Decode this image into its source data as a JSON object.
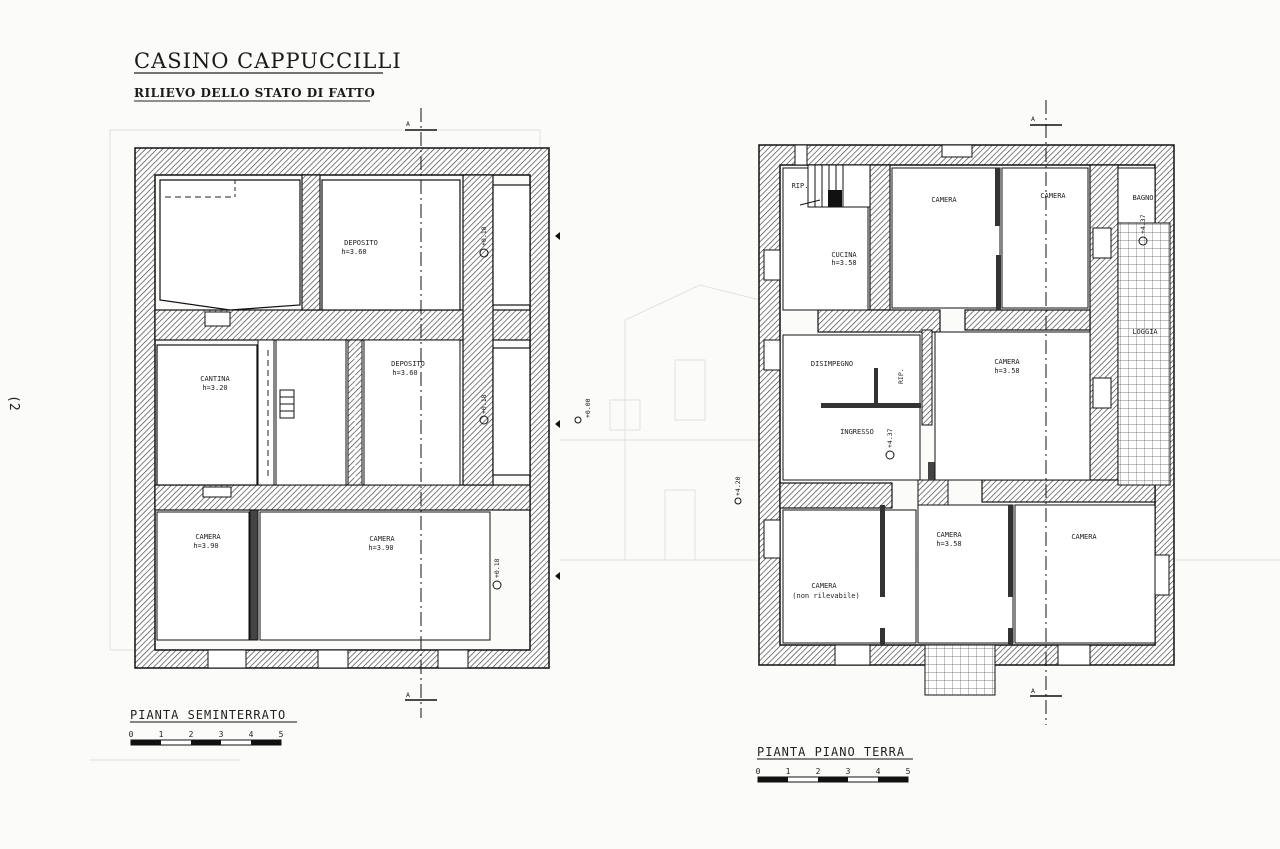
{
  "header": {
    "title": "CASINO CAPPUCCILLI",
    "subtitle": "RILIEVO DELLO STATO DI FATTO",
    "page_mark": "(2"
  },
  "left_plan": {
    "name": "PIANTA SEMINTERRATO",
    "section_mark": "A",
    "level_mark": "+0.00",
    "rooms": [
      {
        "label": "DEPOSITO",
        "height": "h=3.60"
      },
      {
        "label": "CANTINA",
        "height": "h=3.20"
      },
      {
        "label": "DEPOSITO",
        "height": "h=3.60"
      },
      {
        "label": "CAMERA",
        "height": "h=3.90"
      },
      {
        "label": "CAMERA",
        "height": "h=3.90"
      }
    ],
    "levels": [
      "+0.18",
      "+0.18",
      "+0.18"
    ],
    "scale_ticks": [
      "0",
      "1",
      "2",
      "3",
      "4",
      "5"
    ]
  },
  "right_plan": {
    "name": "PIANTA PIANO TERRA",
    "section_mark": "A",
    "level_mark": "+4.20",
    "rooms": [
      {
        "label": "RIP.",
        "height": ""
      },
      {
        "label": "CAMERA",
        "height": ""
      },
      {
        "label": "CAMERA",
        "height": ""
      },
      {
        "label": "BAGNO",
        "height": ""
      },
      {
        "label": "CUCINA",
        "height": "h=3.58"
      },
      {
        "label": "LOGGIA",
        "height": ""
      },
      {
        "label": "DISIMPEGNO",
        "height": ""
      },
      {
        "label": "RIP.",
        "height": ""
      },
      {
        "label": "CAMERA",
        "height": "h=3.58"
      },
      {
        "label": "INGRESSO",
        "height": ""
      },
      {
        "label": "CAMERA",
        "height": "h=3.58"
      },
      {
        "label": "CAMERA",
        "height": ""
      },
      {
        "label": "CAMERA",
        "height": "(non rilevabile)"
      }
    ],
    "levels": [
      "+4.37",
      "+4.37"
    ],
    "scale_ticks": [
      "0",
      "1",
      "2",
      "3",
      "4",
      "5"
    ]
  }
}
